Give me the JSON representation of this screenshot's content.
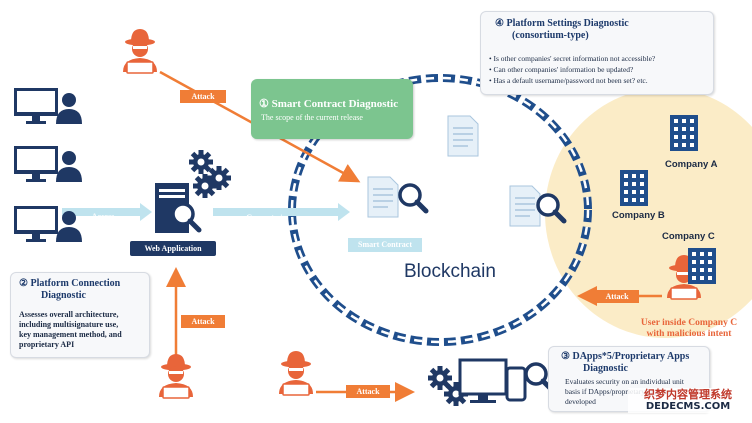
{
  "labels": {
    "attack": "Attack",
    "access": "Access",
    "web_application": "Web Application",
    "generate": "Generate /\nImplement/\nReference",
    "smart_contract": "Smart Contract",
    "blockchain": "Blockchain",
    "company_a": "Company A",
    "company_b": "Company B",
    "company_c": "Company C",
    "malicious_user_line1": "User inside Company C",
    "malicious_user_line2": "with malicious intent"
  },
  "boxes": {
    "smart_contract_diag": {
      "number": "①",
      "title": "Smart Contract Diagnostic",
      "body": "The scope of the current release"
    },
    "platform_settings": {
      "number": "④",
      "title_line1": "Platform Settings Diagnostic",
      "title_line2": "(consortium-type)",
      "bullets": [
        "Is other companies' secret information  not accessible?",
        "Can other companies' information  be updated?",
        "Has a default  username/password  not been set? etc."
      ]
    },
    "platform_connection": {
      "number": "②",
      "title_line1": "Platform Connection",
      "title_line2": "Diagnostic",
      "body": "Assesses overall architecture,\nincluding multisignature use,\nkey management method, and\nproprietary  API"
    },
    "dapps": {
      "number": "③",
      "title_line1": "DApps*5/Proprietary Apps",
      "title_line2": "Diagnostic",
      "body": "Evaluates  security  on an individual  unit\nbasis if DApps/proprietary  apps  are\ndeveloped"
    }
  },
  "watermark": {
    "line1": "织梦内容管理系统",
    "line2": "DEDECMS.COM"
  },
  "colors": {
    "attack": "#f07d36",
    "arrow_blue": "#bfe3ee",
    "chain": "#1f4e8c",
    "navy": "#1f3864",
    "green": "#7cc58f",
    "company_bg": "#fbecc7",
    "hacker": "#e8653a"
  }
}
